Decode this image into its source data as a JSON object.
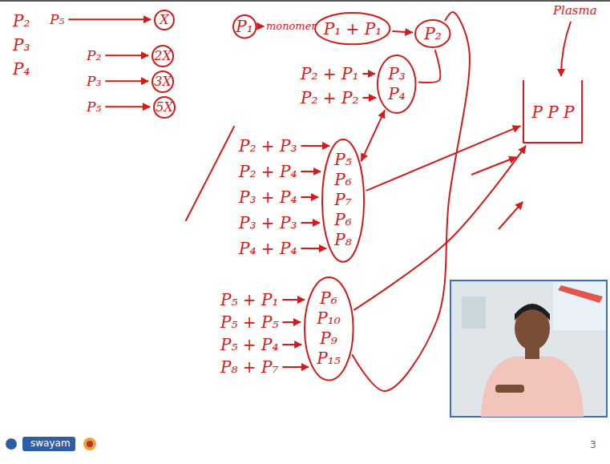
{
  "diagram": {
    "nodes": [
      {
        "text": [
          "X"
        ]
      },
      {
        "text": [
          "2X"
        ]
      },
      {
        "text": [
          "3X"
        ]
      },
      {
        "text": [
          "5X"
        ]
      },
      {
        "text": [
          "P₁"
        ]
      },
      {
        "text": [
          "P₁ + P₁"
        ]
      },
      {
        "text": [
          "P₂"
        ]
      },
      {
        "text": [
          "P₃",
          "P₄"
        ]
      },
      {
        "text": [
          "P₅",
          "P₆",
          "P₇",
          "P₆",
          "P₈"
        ]
      },
      {
        "text": [
          "P₆",
          "P₁₀",
          "P₉",
          "P₁₅"
        ]
      },
      {
        "text": [
          "P P P"
        ]
      }
    ],
    "edges": [
      {
        "from": 5,
        "to": 6,
        "arrow": "to"
      },
      {
        "from": 7,
        "to": 6,
        "arrow": "none"
      },
      {
        "from": 8,
        "to": 10,
        "arrow": "to"
      },
      {
        "from": 9,
        "to": 10,
        "arrow": "to"
      },
      {
        "from": 9,
        "to": 6,
        "arrow": "none"
      },
      {
        "from": 8,
        "to": 7,
        "arrow": "both"
      }
    ],
    "labels": [
      "P₂",
      "P₃",
      "P₄",
      "P₅",
      "P₂",
      "P₃",
      "P₅",
      "monomer",
      "P₂ + P₁",
      "P₂ + P₂",
      "P₂ + P₃",
      "P₂ + P₄",
      "P₃ + P₄",
      "P₃ + P₃",
      "P₄ + P₄",
      "P₅ + P₁",
      "P₅ + P₅",
      "P₅ + P₄",
      "P₈ + P₇",
      "Plasma",
      "swayam",
      "3"
    ]
  }
}
